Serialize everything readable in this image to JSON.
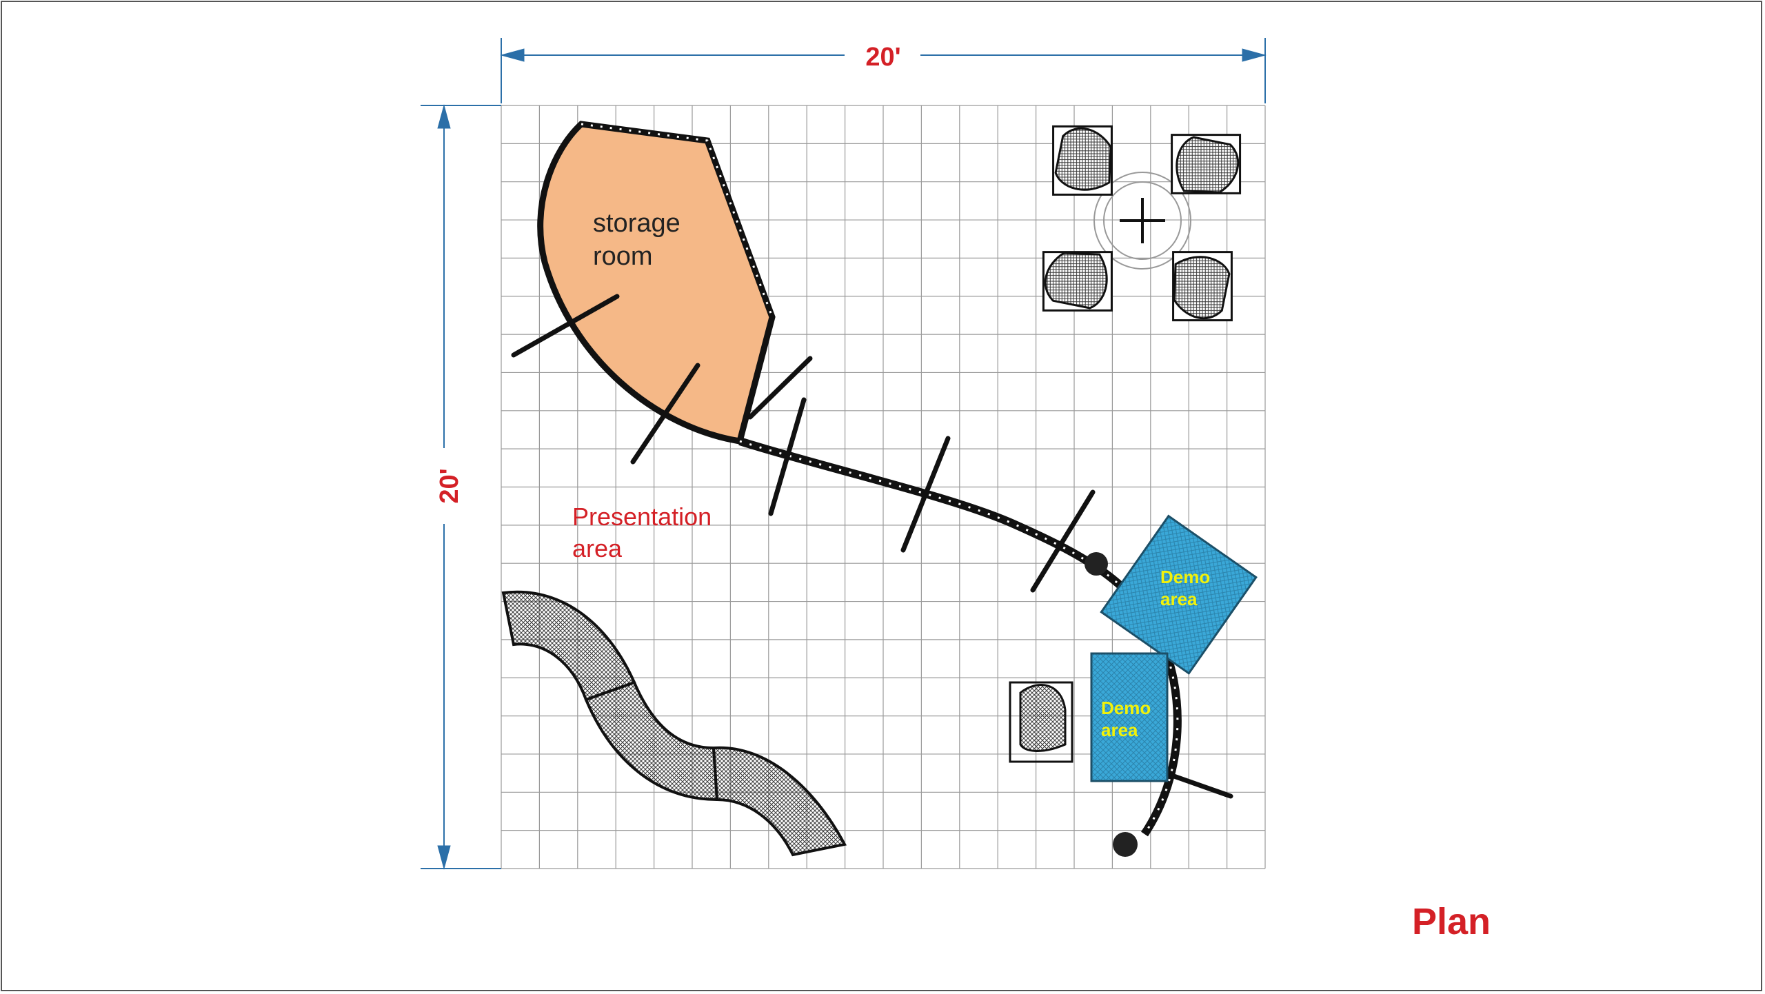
{
  "dimensions": {
    "width_label": "20'",
    "height_label": "20'"
  },
  "labels": {
    "storage": [
      "storage",
      "room"
    ],
    "presentation": [
      "Presentation",
      "area"
    ],
    "demo1": [
      "Demo",
      "area"
    ],
    "demo2": [
      "Demo",
      "area"
    ]
  },
  "caption": "Plan",
  "colors": {
    "storage_fill": "#f5b887",
    "demo_fill": "#3aa8d8",
    "dimension_line": "#2b6fa8",
    "red_text": "#d42026",
    "demo_text": "#f2f20a",
    "grid": "#9a9a9a",
    "furniture": "#3a3a3a"
  },
  "grid": {
    "columns": 20,
    "rows": 20
  }
}
